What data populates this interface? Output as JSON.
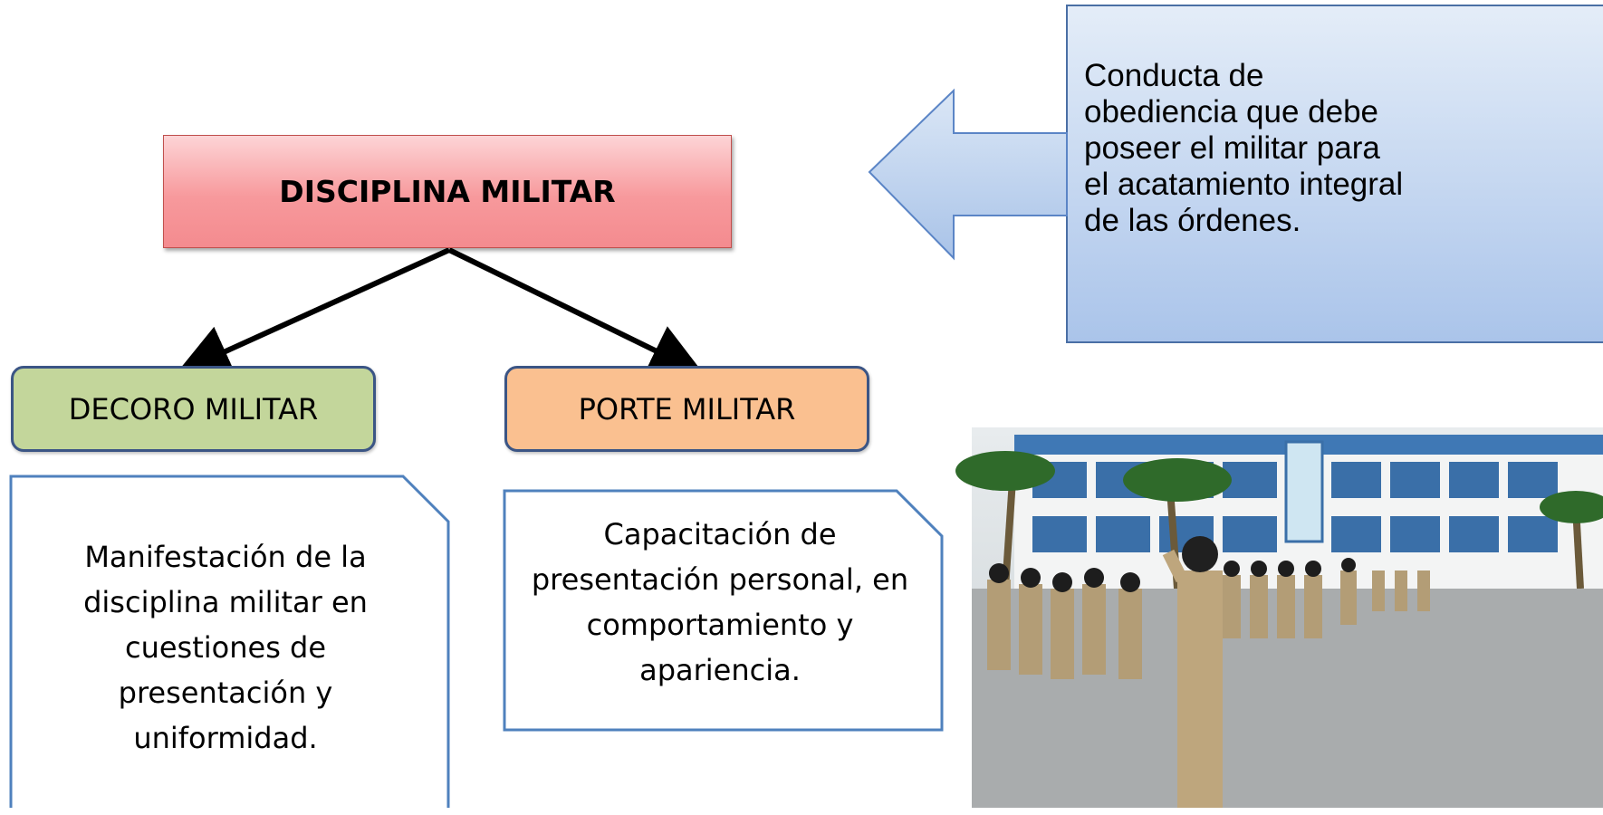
{
  "main": {
    "title": "DISCIPLINA MILITAR"
  },
  "callout": {
    "text": "Conducta de obediencia que debe poseer el militar para el acatamiento integral de las órdenes."
  },
  "branches": [
    {
      "label": "DECORO MILITAR",
      "description": "Manifestación de la disciplina militar en cuestiones de presentación y uniformidad."
    },
    {
      "label": "PORTE MILITAR",
      "description": "Capacitación de presentación personal, en comportamiento y apariencia."
    }
  ],
  "colors": {
    "main_fill": "#f7999c",
    "decoro_fill": "#c3d69b",
    "porte_fill": "#fac090",
    "callout_fill": "#c6d9f1",
    "outline": "#3b5585"
  }
}
